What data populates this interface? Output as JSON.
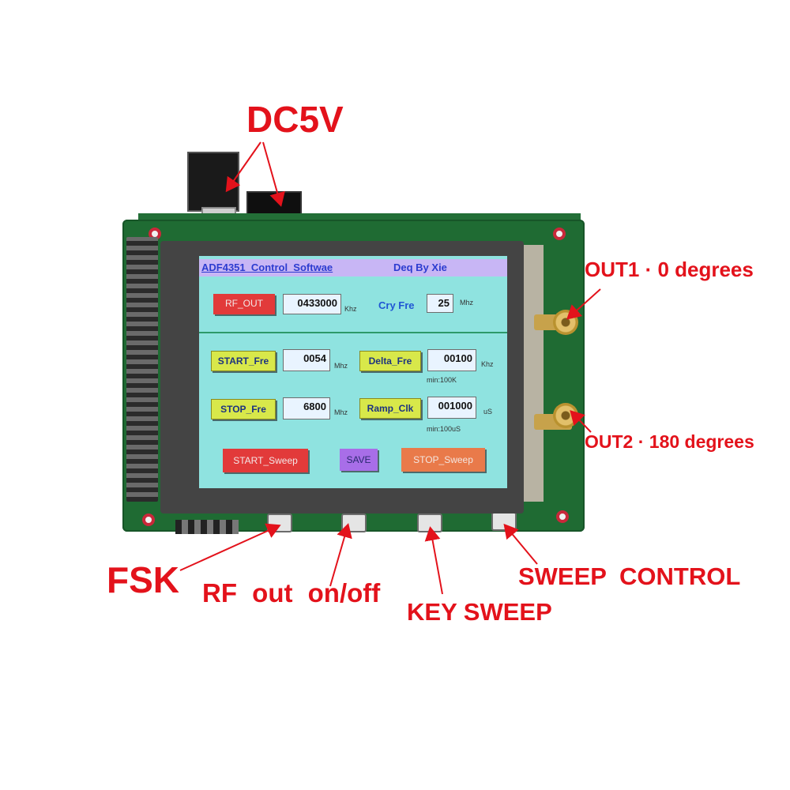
{
  "screen": {
    "title": "ADF4351_Control_Softwae",
    "author": "Deq By Xie",
    "rf_out_button": "RF_OUT",
    "rf_freq_value": "0433000",
    "rf_freq_unit": "Khz",
    "cry_label": "Cry Fre",
    "cry_value": "25",
    "cry_unit": "Mhz",
    "start_fre_button": "START_Fre",
    "start_fre_value": "0054",
    "start_fre_unit": "Mhz",
    "delta_fre_button": "Delta_Fre",
    "delta_fre_value": "00100",
    "delta_fre_unit": "Khz",
    "delta_note": "min:100K",
    "stop_fre_button": "STOP_Fre",
    "stop_fre_value": "6800",
    "stop_fre_unit": "Mhz",
    "ramp_clk_button": "Ramp_Clk",
    "ramp_clk_value": "001000",
    "ramp_clk_unit": "uS",
    "ramp_note": "min:100uS",
    "start_sweep_button": "START_Sweep",
    "save_button": "SAVE",
    "stop_sweep_button": "STOP_Sweep"
  },
  "annotations": {
    "dc": "DC5V",
    "out1": "OUT1 · 0 degrees",
    "out2": "OUT2 · 180 degrees",
    "fsk": "FSK",
    "rf_toggle": "RF out on/off",
    "key_sweep": "KEY SWEEP",
    "sweep_control": "SWEEP CONTROL"
  },
  "colors": {
    "annotation": "#e3121b",
    "screen_bg": "#8fe3e0",
    "title_bar": "#c8b6f5",
    "board": "#1f6b33"
  }
}
